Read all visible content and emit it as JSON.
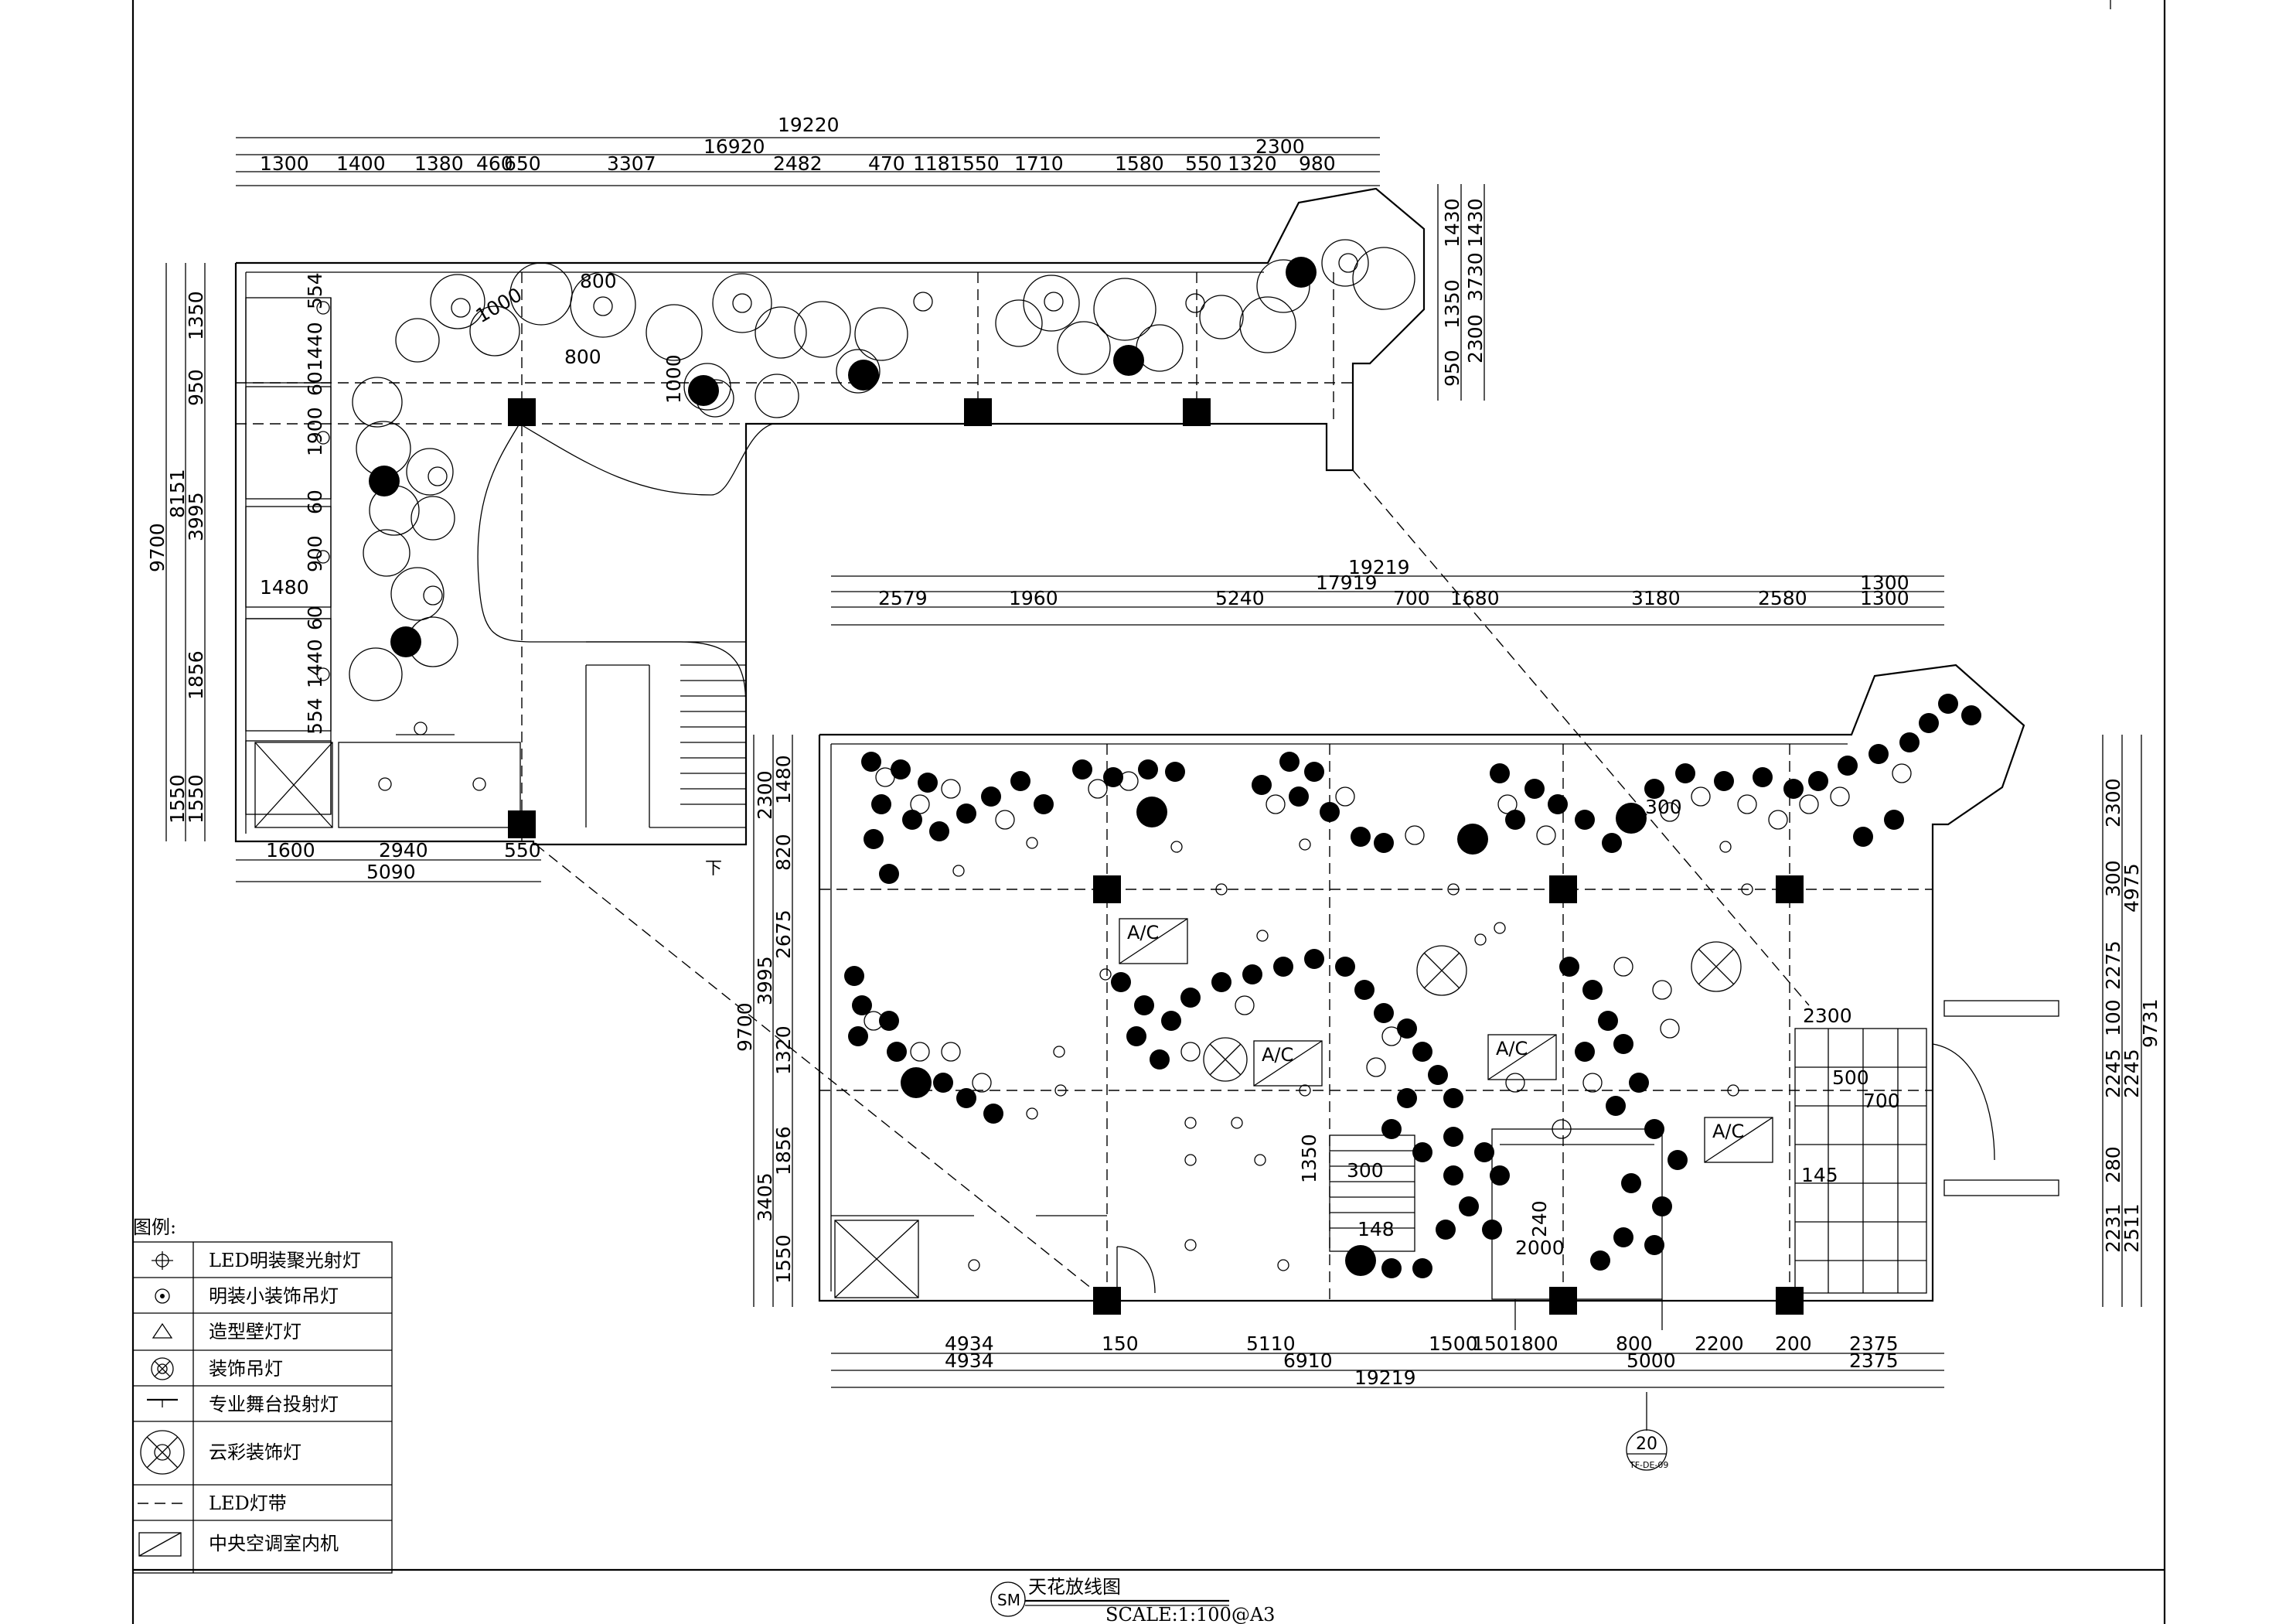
{
  "plan_top": {
    "dims_top_row1": [
      "19220"
    ],
    "dims_top_row2": [
      "16920",
      "2300"
    ],
    "dims_top_row3": [
      "1300",
      "1400",
      "1380",
      "460",
      "650",
      "3307",
      "2482",
      "470",
      "1181",
      "550",
      "1710",
      "1580",
      "550",
      "1320",
      "980"
    ],
    "dims_left": [
      "1350",
      "950",
      "8151",
      "3995",
      "9700",
      "1856",
      "1550",
      "1550"
    ],
    "dims_left_inner": [
      "554",
      "1440",
      "60",
      "1900",
      "60",
      "900",
      "60",
      "1440",
      "554",
      "1480"
    ],
    "dims_right": [
      "1430",
      "1430",
      "3730",
      "1350",
      "2300",
      "950"
    ],
    "dims_bottom_row1": [
      "1600",
      "2940",
      "550"
    ],
    "dims_bottom_row2": [
      "5090"
    ],
    "inner_dims": [
      "800",
      "800",
      "1000",
      "1000"
    ],
    "stair_label": "下"
  },
  "plan_bottom": {
    "dims_top_row1": [
      "19219"
    ],
    "dims_top_row2": [
      "17919",
      "1300"
    ],
    "dims_top_row3": [
      "2579",
      "1960",
      "5240",
      "700",
      "1680",
      "3180",
      "2580",
      "1300"
    ],
    "dims_left": [
      "2300",
      "1480",
      "820",
      "2675",
      "3995",
      "9700",
      "1320",
      "1856",
      "3405",
      "1550"
    ],
    "dims_right": [
      "2300",
      "300",
      "4975",
      "2275",
      "100",
      "9731",
      "2245",
      "2245",
      "280",
      "2231",
      "2511"
    ],
    "dims_bottom_row1": [
      "4934",
      "150",
      "5110",
      "1500",
      "150",
      "1800",
      "800",
      "2200",
      "200",
      "2375"
    ],
    "dims_bottom_row2": [
      "4934",
      "6910",
      "5000",
      "2375"
    ],
    "dims_bottom_row3": [
      "19219"
    ],
    "inner_dims": [
      "2300",
      "1350",
      "300",
      "148",
      "2000",
      "240",
      "500",
      "700",
      "145",
      "300"
    ],
    "ac_label": "A/C",
    "section_mark_number": "20",
    "section_mark_ref": "TF-DE-09"
  },
  "legend": {
    "title": "图例:",
    "items": [
      {
        "icon": "led-spotlight-icon",
        "label": "LED明装聚光射灯"
      },
      {
        "icon": "small-pendant-icon",
        "label": "明装小装饰吊灯"
      },
      {
        "icon": "wall-lamp-icon",
        "label": "造型壁灯灯"
      },
      {
        "icon": "decorative-pendant-icon",
        "label": "装饰吊灯"
      },
      {
        "icon": "stage-projector-icon",
        "label": "专业舞台投射灯"
      },
      {
        "icon": "cloud-lamp-icon",
        "label": "云彩装饰灯"
      },
      {
        "icon": "led-strip-icon",
        "label": "LED灯带"
      },
      {
        "icon": "ac-unit-icon",
        "label": "中央空调室内机"
      }
    ]
  },
  "title_block": {
    "symbol": "SM",
    "title": "天花放线图",
    "scale": "SCALE:1:100@A3"
  }
}
